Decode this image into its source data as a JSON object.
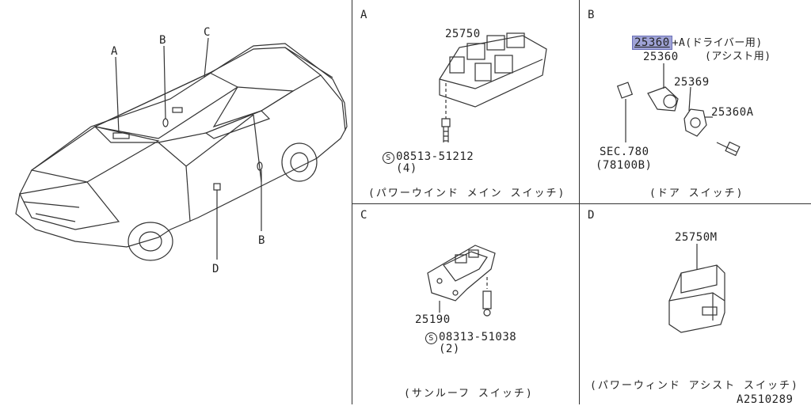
{
  "car": {
    "callouts": [
      "A",
      "B",
      "C",
      "B",
      "D"
    ]
  },
  "panel_a": {
    "letter": "A",
    "part_main": "25750",
    "screw_symbol": "S",
    "screw_part": "08513-51212",
    "screw_qty": "(4)",
    "caption": "(パワーウインド メイン スイッチ)"
  },
  "panel_b": {
    "letter": "B",
    "part_highlight": "25360",
    "part_suffix": "+A(ドライバー用)",
    "part_line2": "25360",
    "part_line2_note": "(アシスト用)",
    "part_2": "25369",
    "part_3": "25360A",
    "sec_ref": "SEC.780",
    "sec_ref_sub": "(78100B)",
    "caption": "(ドア スイッチ)"
  },
  "panel_c": {
    "letter": "C",
    "part_main": "25190",
    "screw_symbol": "S",
    "screw_part": "08313-51038",
    "screw_qty": "(2)",
    "caption": "(サンルーフ スイッチ)"
  },
  "panel_d": {
    "letter": "D",
    "part_main": "25750M",
    "caption": "(パワーウィンド アシスト スイッチ)",
    "diagram_code": "A2510289"
  },
  "colors": {
    "highlight": "#9fa3d6",
    "line": "#333333"
  }
}
